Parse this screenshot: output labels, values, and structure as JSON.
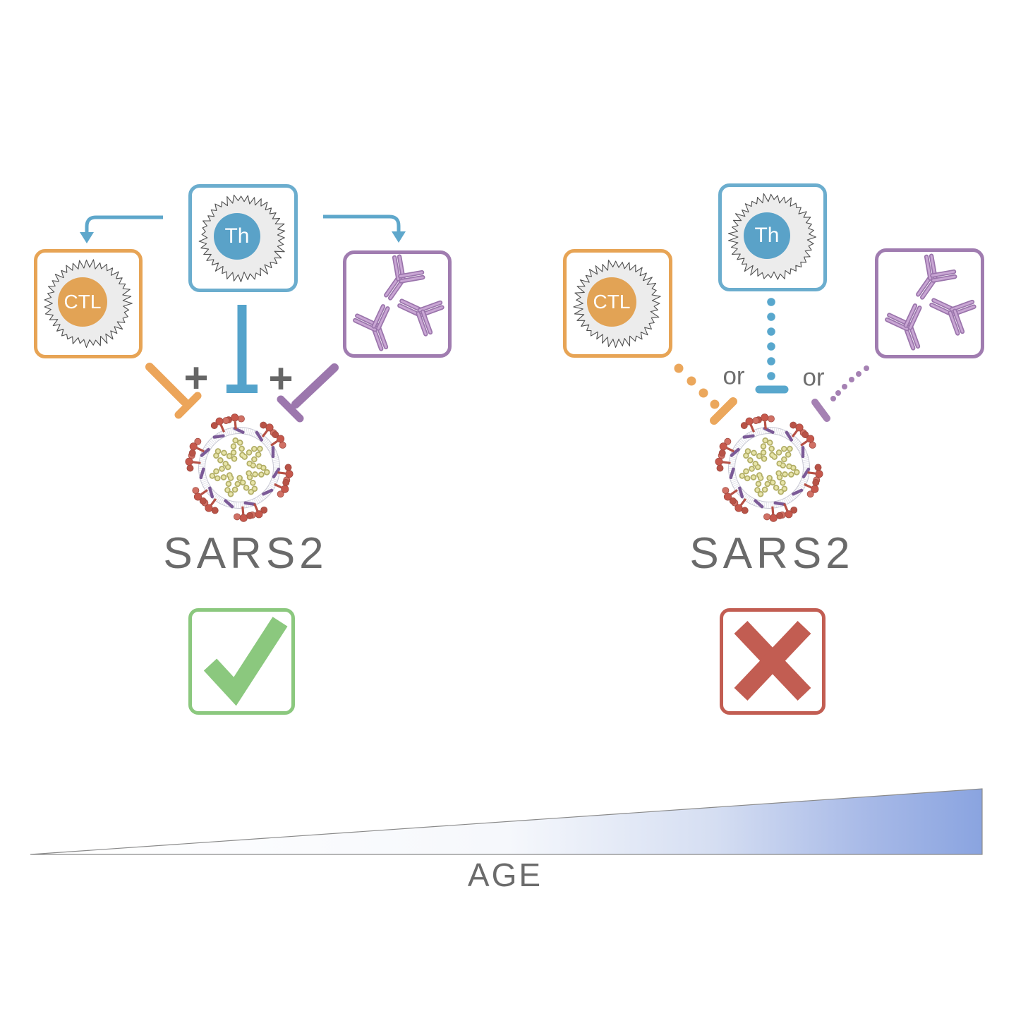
{
  "left_panel": {
    "th_cell_label": "Th",
    "ctl_cell_label": "CTL",
    "plus_signs": [
      "+",
      "+"
    ],
    "virus_label": "SARS2",
    "outcome_icon": "checkmark-icon"
  },
  "right_panel": {
    "th_cell_label": "Th",
    "ctl_cell_label": "CTL",
    "or_labels": [
      "or",
      "or"
    ],
    "virus_label": "SARS2",
    "outcome_icon": "cross-icon"
  },
  "age_axis": {
    "label": "AGE"
  },
  "colors": {
    "th_blue": "#5ea7cb",
    "th_blue_border": "#6badce",
    "ctl_orange": "#e7a455",
    "antibody_purple": "#a07cb0",
    "antibody_fill": "#c9a6d4",
    "success_green": "#8bc87e",
    "failure_red": "#c25d52",
    "age_gradient_end": "#8aa4e0",
    "text_gray": "#6a6a6a"
  }
}
